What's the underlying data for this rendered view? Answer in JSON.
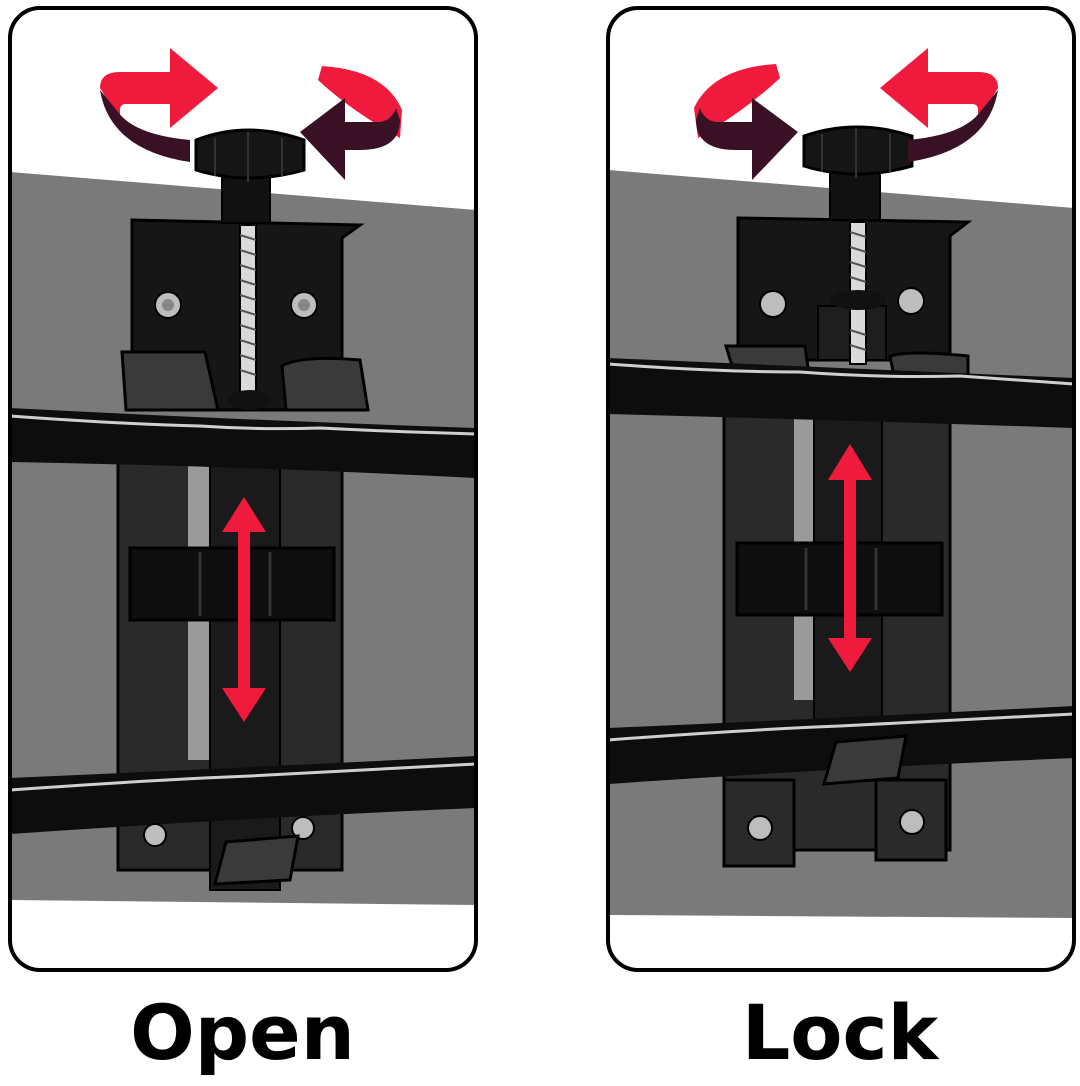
{
  "panels": [
    {
      "id": "open",
      "caption": "Open"
    },
    {
      "id": "lock",
      "caption": "Lock"
    }
  ],
  "colors": {
    "background": "#ffffff",
    "wall": "#7a7a7a",
    "bracket": "#161616",
    "rail": "#0d0d0d",
    "arrow_red": "#ef1a3c",
    "arrow_dark": "#3a1024"
  }
}
